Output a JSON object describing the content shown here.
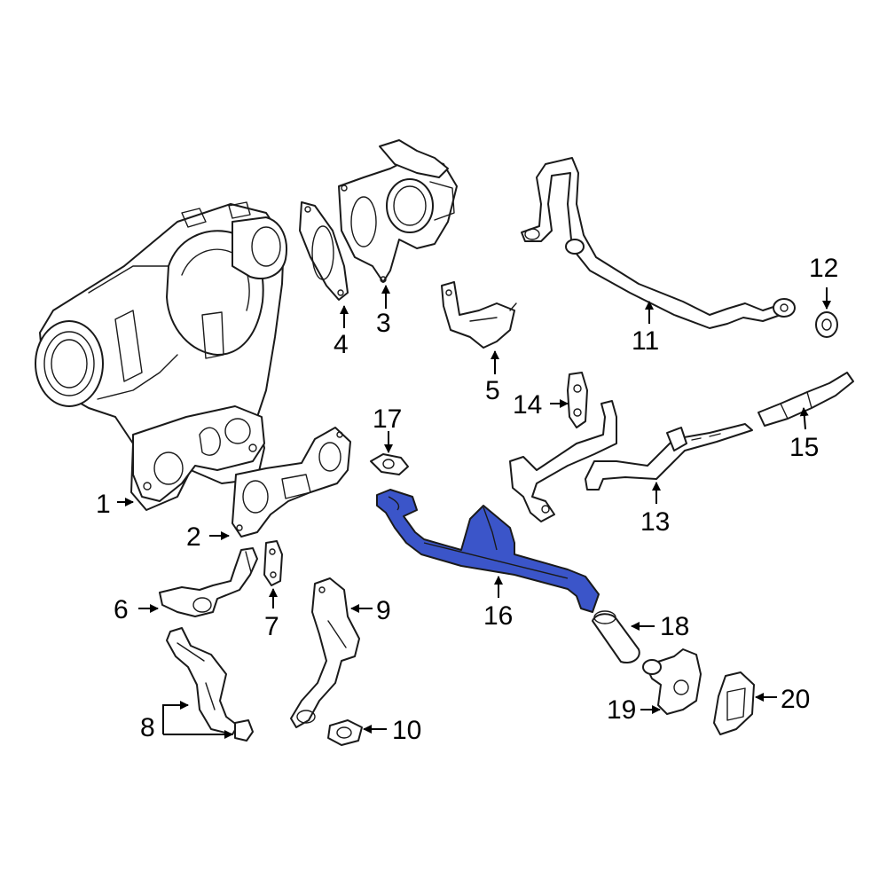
{
  "highlight_color": "#3b55c9",
  "highlighted_part": "16",
  "callouts": [
    {
      "id": "c1",
      "label": "1"
    },
    {
      "id": "c2",
      "label": "2"
    },
    {
      "id": "c3",
      "label": "3"
    },
    {
      "id": "c4",
      "label": "4"
    },
    {
      "id": "c5",
      "label": "5"
    },
    {
      "id": "c6",
      "label": "6"
    },
    {
      "id": "c7",
      "label": "7"
    },
    {
      "id": "c8",
      "label": "8"
    },
    {
      "id": "c9",
      "label": "9"
    },
    {
      "id": "c10",
      "label": "10"
    },
    {
      "id": "c11",
      "label": "11"
    },
    {
      "id": "c12",
      "label": "12"
    },
    {
      "id": "c13",
      "label": "13"
    },
    {
      "id": "c14",
      "label": "14"
    },
    {
      "id": "c15",
      "label": "15"
    },
    {
      "id": "c16",
      "label": "16"
    },
    {
      "id": "c17",
      "label": "17"
    },
    {
      "id": "c18",
      "label": "18"
    },
    {
      "id": "c19",
      "label": "19"
    },
    {
      "id": "c20",
      "label": "20"
    }
  ]
}
